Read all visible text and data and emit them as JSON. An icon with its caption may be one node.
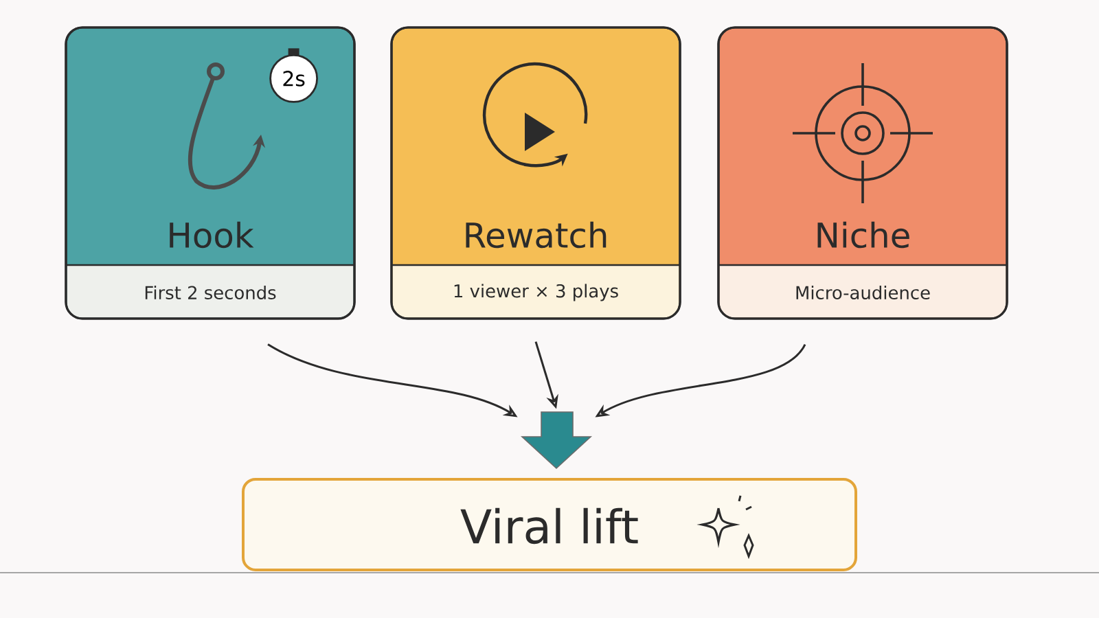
{
  "diagram": {
    "nodes": [
      {
        "text": [
          "Hook",
          "First 2 seconds"
        ]
      },
      {
        "text": [
          "2s"
        ],
        "in": 0
      },
      {
        "text": [
          "Rewatch",
          "1 viewer × 3 plays"
        ]
      },
      {
        "text": [
          "Niche",
          "Micro-audience"
        ]
      },
      {
        "text": [],
        "shape": "arrow"
      },
      {
        "text": [
          "Viral lift"
        ]
      }
    ],
    "edges": [
      {
        "from": 0,
        "to": 4,
        "arrow": "to"
      },
      {
        "from": 2,
        "to": 4,
        "arrow": "to"
      },
      {
        "from": 3,
        "to": 4,
        "arrow": "to"
      }
    ]
  }
}
